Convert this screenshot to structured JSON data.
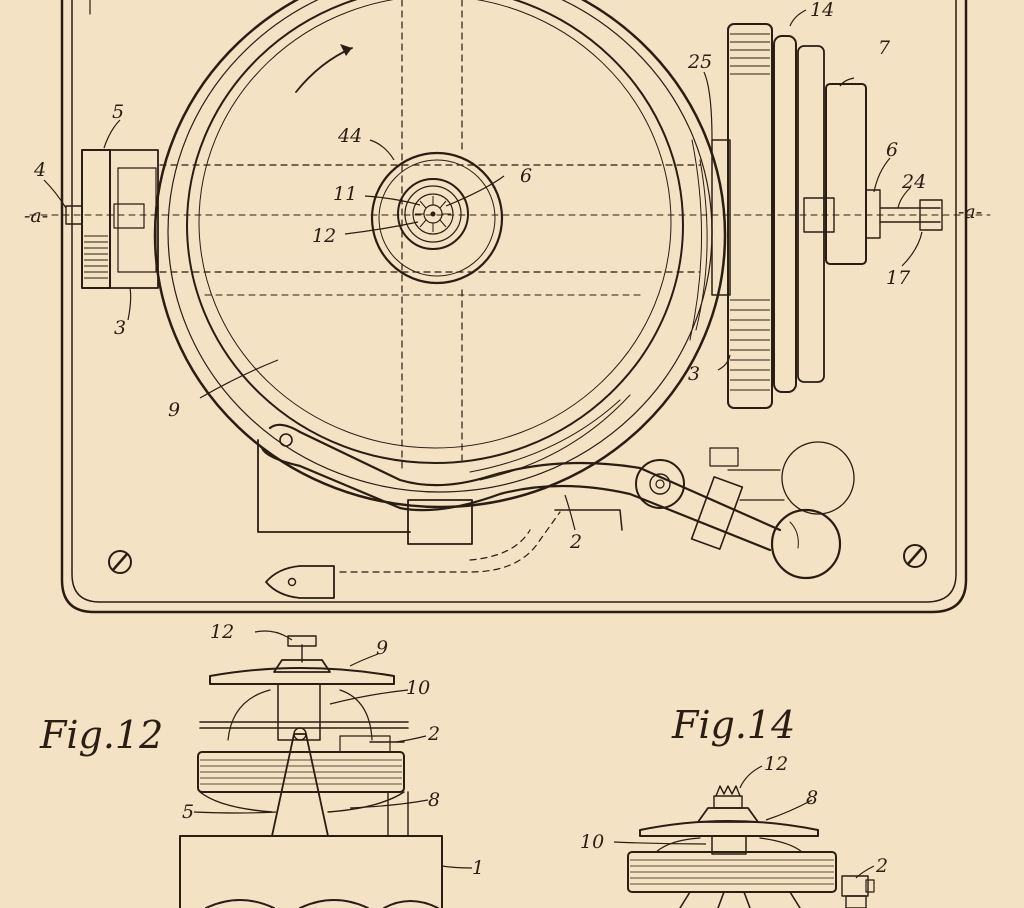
{
  "colors": {
    "paper": "#f3e2c4",
    "ink": "#2a1d12"
  },
  "figures": {
    "fig12": "Fig.12",
    "fig14": "Fig.14"
  },
  "labels": {
    "top": [
      {
        "id": "l14",
        "text": "14"
      },
      {
        "id": "l7",
        "text": "7"
      },
      {
        "id": "l25",
        "text": "25"
      },
      {
        "id": "l5",
        "text": "5"
      },
      {
        "id": "l4",
        "text": "4"
      },
      {
        "id": "la_left",
        "text": "-a-"
      },
      {
        "id": "l44",
        "text": "44"
      },
      {
        "id": "l11",
        "text": "11"
      },
      {
        "id": "l6a",
        "text": "6"
      },
      {
        "id": "l12",
        "text": "12"
      },
      {
        "id": "l6b",
        "text": "6"
      },
      {
        "id": "l24",
        "text": "24"
      },
      {
        "id": "la_right",
        "text": "-a-"
      },
      {
        "id": "l17",
        "text": "17"
      },
      {
        "id": "l3a",
        "text": "3"
      },
      {
        "id": "l3b",
        "text": "3"
      },
      {
        "id": "l9",
        "text": "9"
      },
      {
        "id": "l2",
        "text": "2"
      }
    ],
    "fig12": [
      {
        "id": "f12_12",
        "text": "12"
      },
      {
        "id": "f12_9",
        "text": "9"
      },
      {
        "id": "f12_10",
        "text": "10"
      },
      {
        "id": "f12_2",
        "text": "2"
      },
      {
        "id": "f12_5",
        "text": "5"
      },
      {
        "id": "f12_8",
        "text": "8"
      },
      {
        "id": "f12_1",
        "text": "1"
      }
    ],
    "fig14": [
      {
        "id": "f14_12",
        "text": "12"
      },
      {
        "id": "f14_8",
        "text": "8"
      },
      {
        "id": "f14_10",
        "text": "10"
      },
      {
        "id": "f14_2",
        "text": "2"
      }
    ]
  }
}
